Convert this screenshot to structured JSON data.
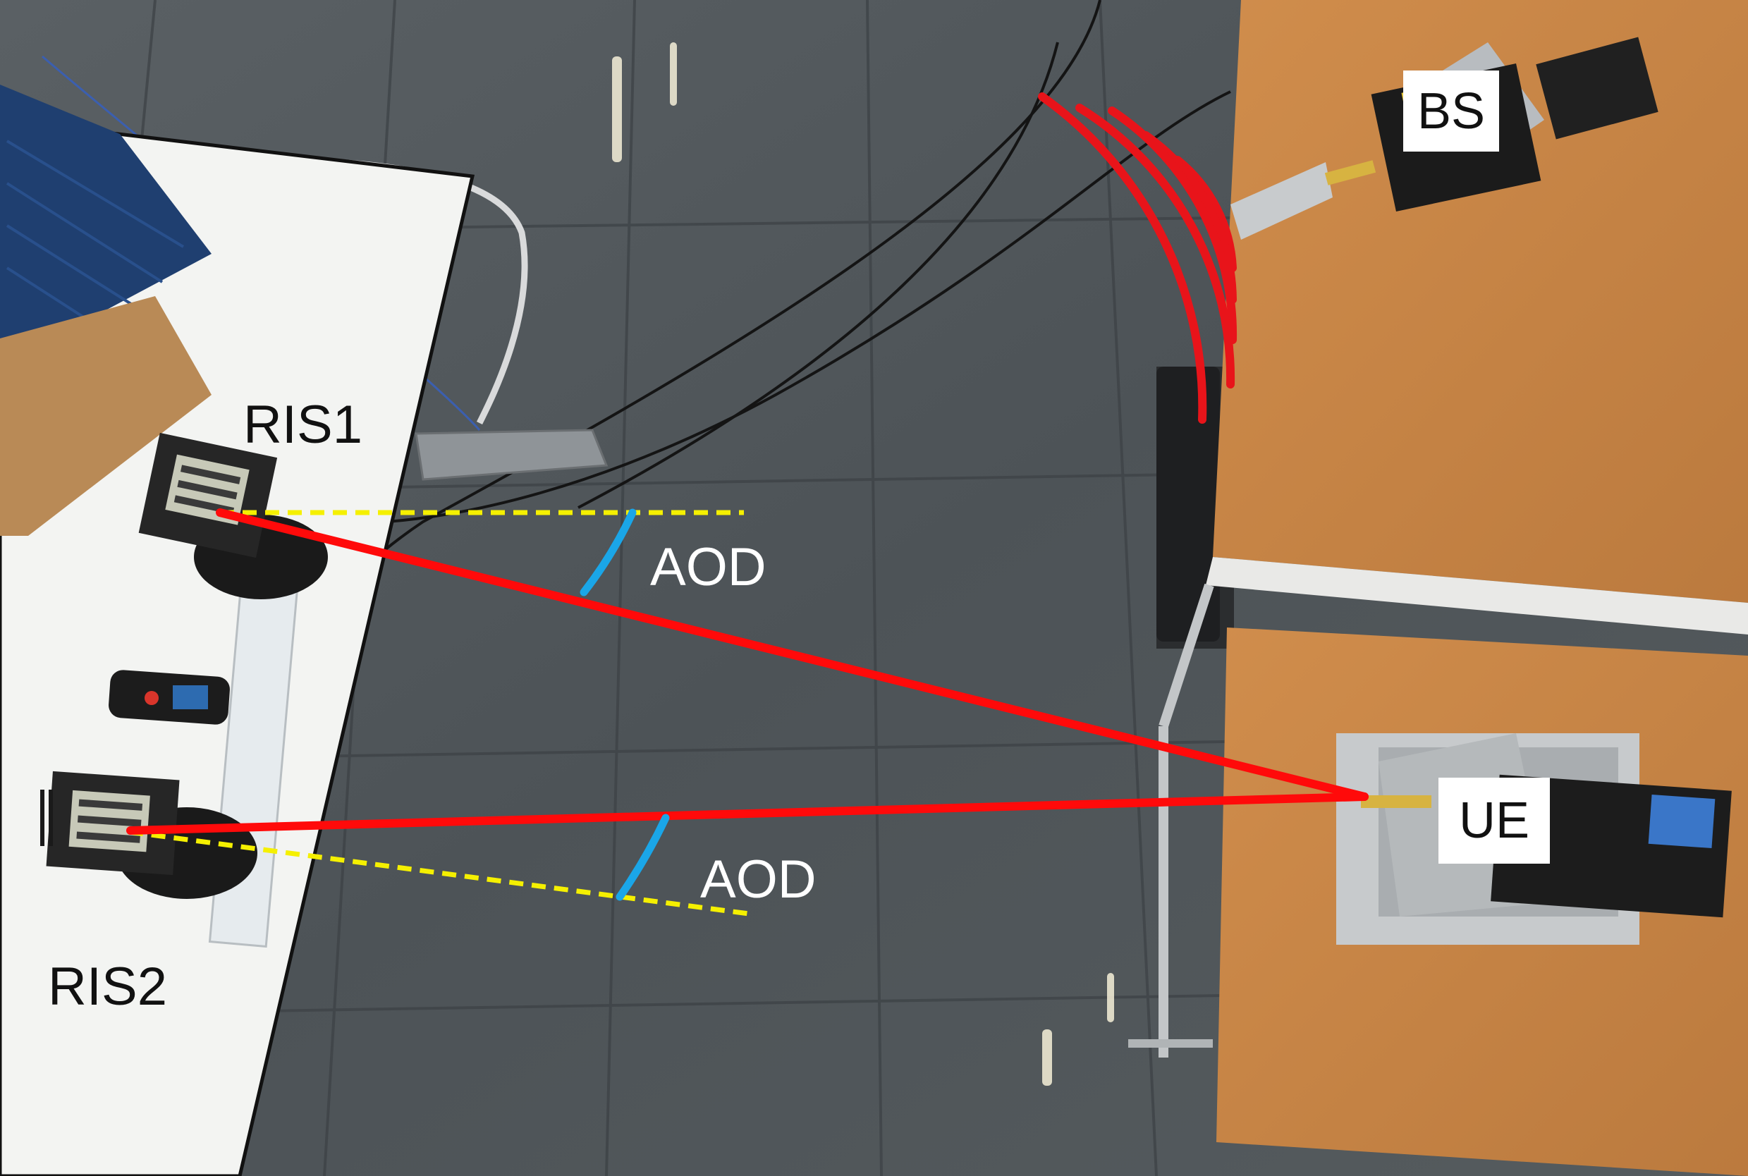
{
  "labels": {
    "bs": "BS",
    "ue": "UE",
    "ris1": "RIS1",
    "ris2": "RIS2",
    "aod_ris1": "AOD",
    "aod_ris2": "AOD"
  },
  "colors": {
    "floor": "#4f5559",
    "floor_tile_line": "#3c4145",
    "left_table": "#f3f4f2",
    "right_table_wood": "#c98645",
    "signal_path": "#ff0a0a",
    "reference_line": "#f5f000",
    "angle_arc": "#1aa6e8",
    "bs_waves": "#e8141a",
    "absorber": "#1f3f70"
  },
  "icons": {
    "bs_device": "horn-antenna-icon",
    "ue_device": "waveguide-antenna-icon",
    "ris_device": "ris-board-icon",
    "measure_device": "laser-distance-meter-icon"
  }
}
